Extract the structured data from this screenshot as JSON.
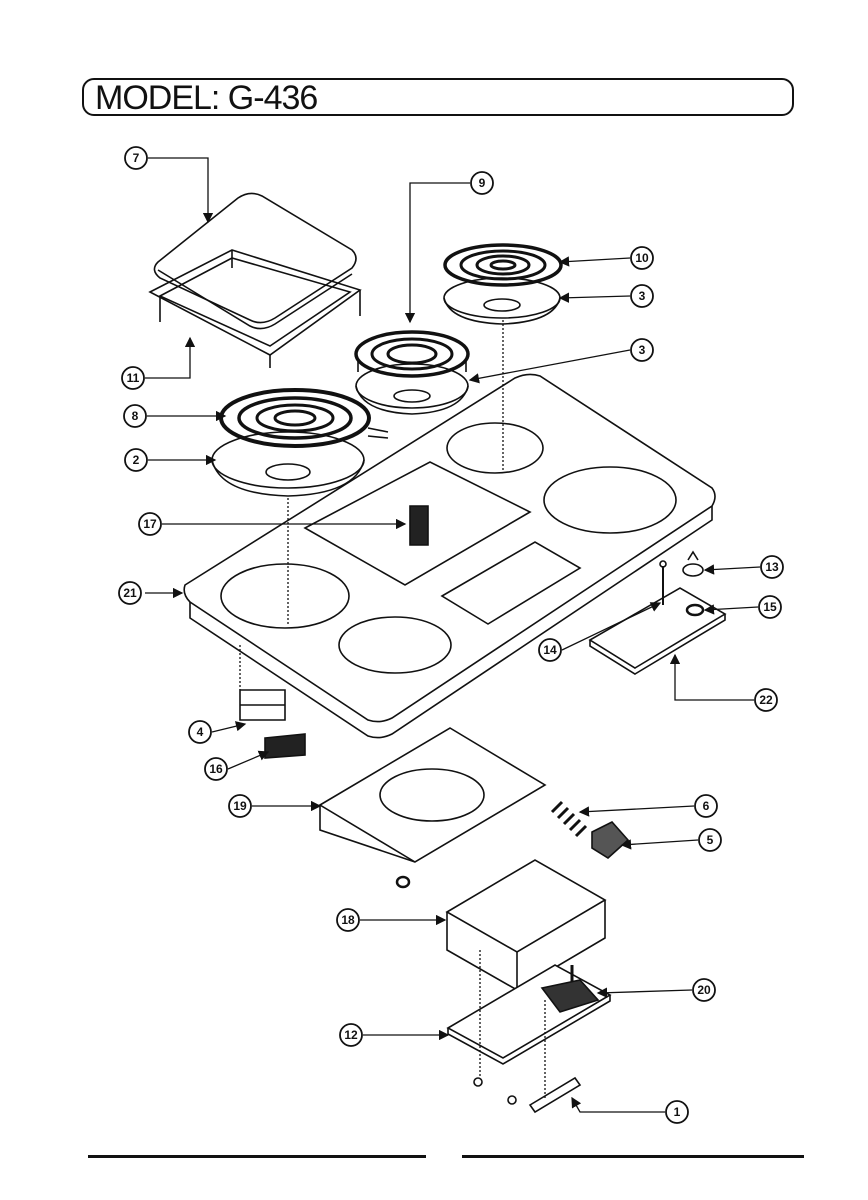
{
  "header": {
    "model_title": "MODEL: G-436"
  },
  "callouts": [
    {
      "id": "c7",
      "label": "7"
    },
    {
      "id": "c9",
      "label": "9"
    },
    {
      "id": "c10",
      "label": "10"
    },
    {
      "id": "c3a",
      "label": "3"
    },
    {
      "id": "c3b",
      "label": "3"
    },
    {
      "id": "c11",
      "label": "11"
    },
    {
      "id": "c8",
      "label": "8"
    },
    {
      "id": "c2",
      "label": "2"
    },
    {
      "id": "c17",
      "label": "17"
    },
    {
      "id": "c21",
      "label": "21"
    },
    {
      "id": "c13",
      "label": "13"
    },
    {
      "id": "c15",
      "label": "15"
    },
    {
      "id": "c14",
      "label": "14"
    },
    {
      "id": "c22",
      "label": "22"
    },
    {
      "id": "c4",
      "label": "4"
    },
    {
      "id": "c16",
      "label": "16"
    },
    {
      "id": "c19",
      "label": "19"
    },
    {
      "id": "c6",
      "label": "6"
    },
    {
      "id": "c5",
      "label": "5"
    },
    {
      "id": "c18",
      "label": "18"
    },
    {
      "id": "c20",
      "label": "20"
    },
    {
      "id": "c12",
      "label": "12"
    },
    {
      "id": "c1",
      "label": "1"
    }
  ]
}
